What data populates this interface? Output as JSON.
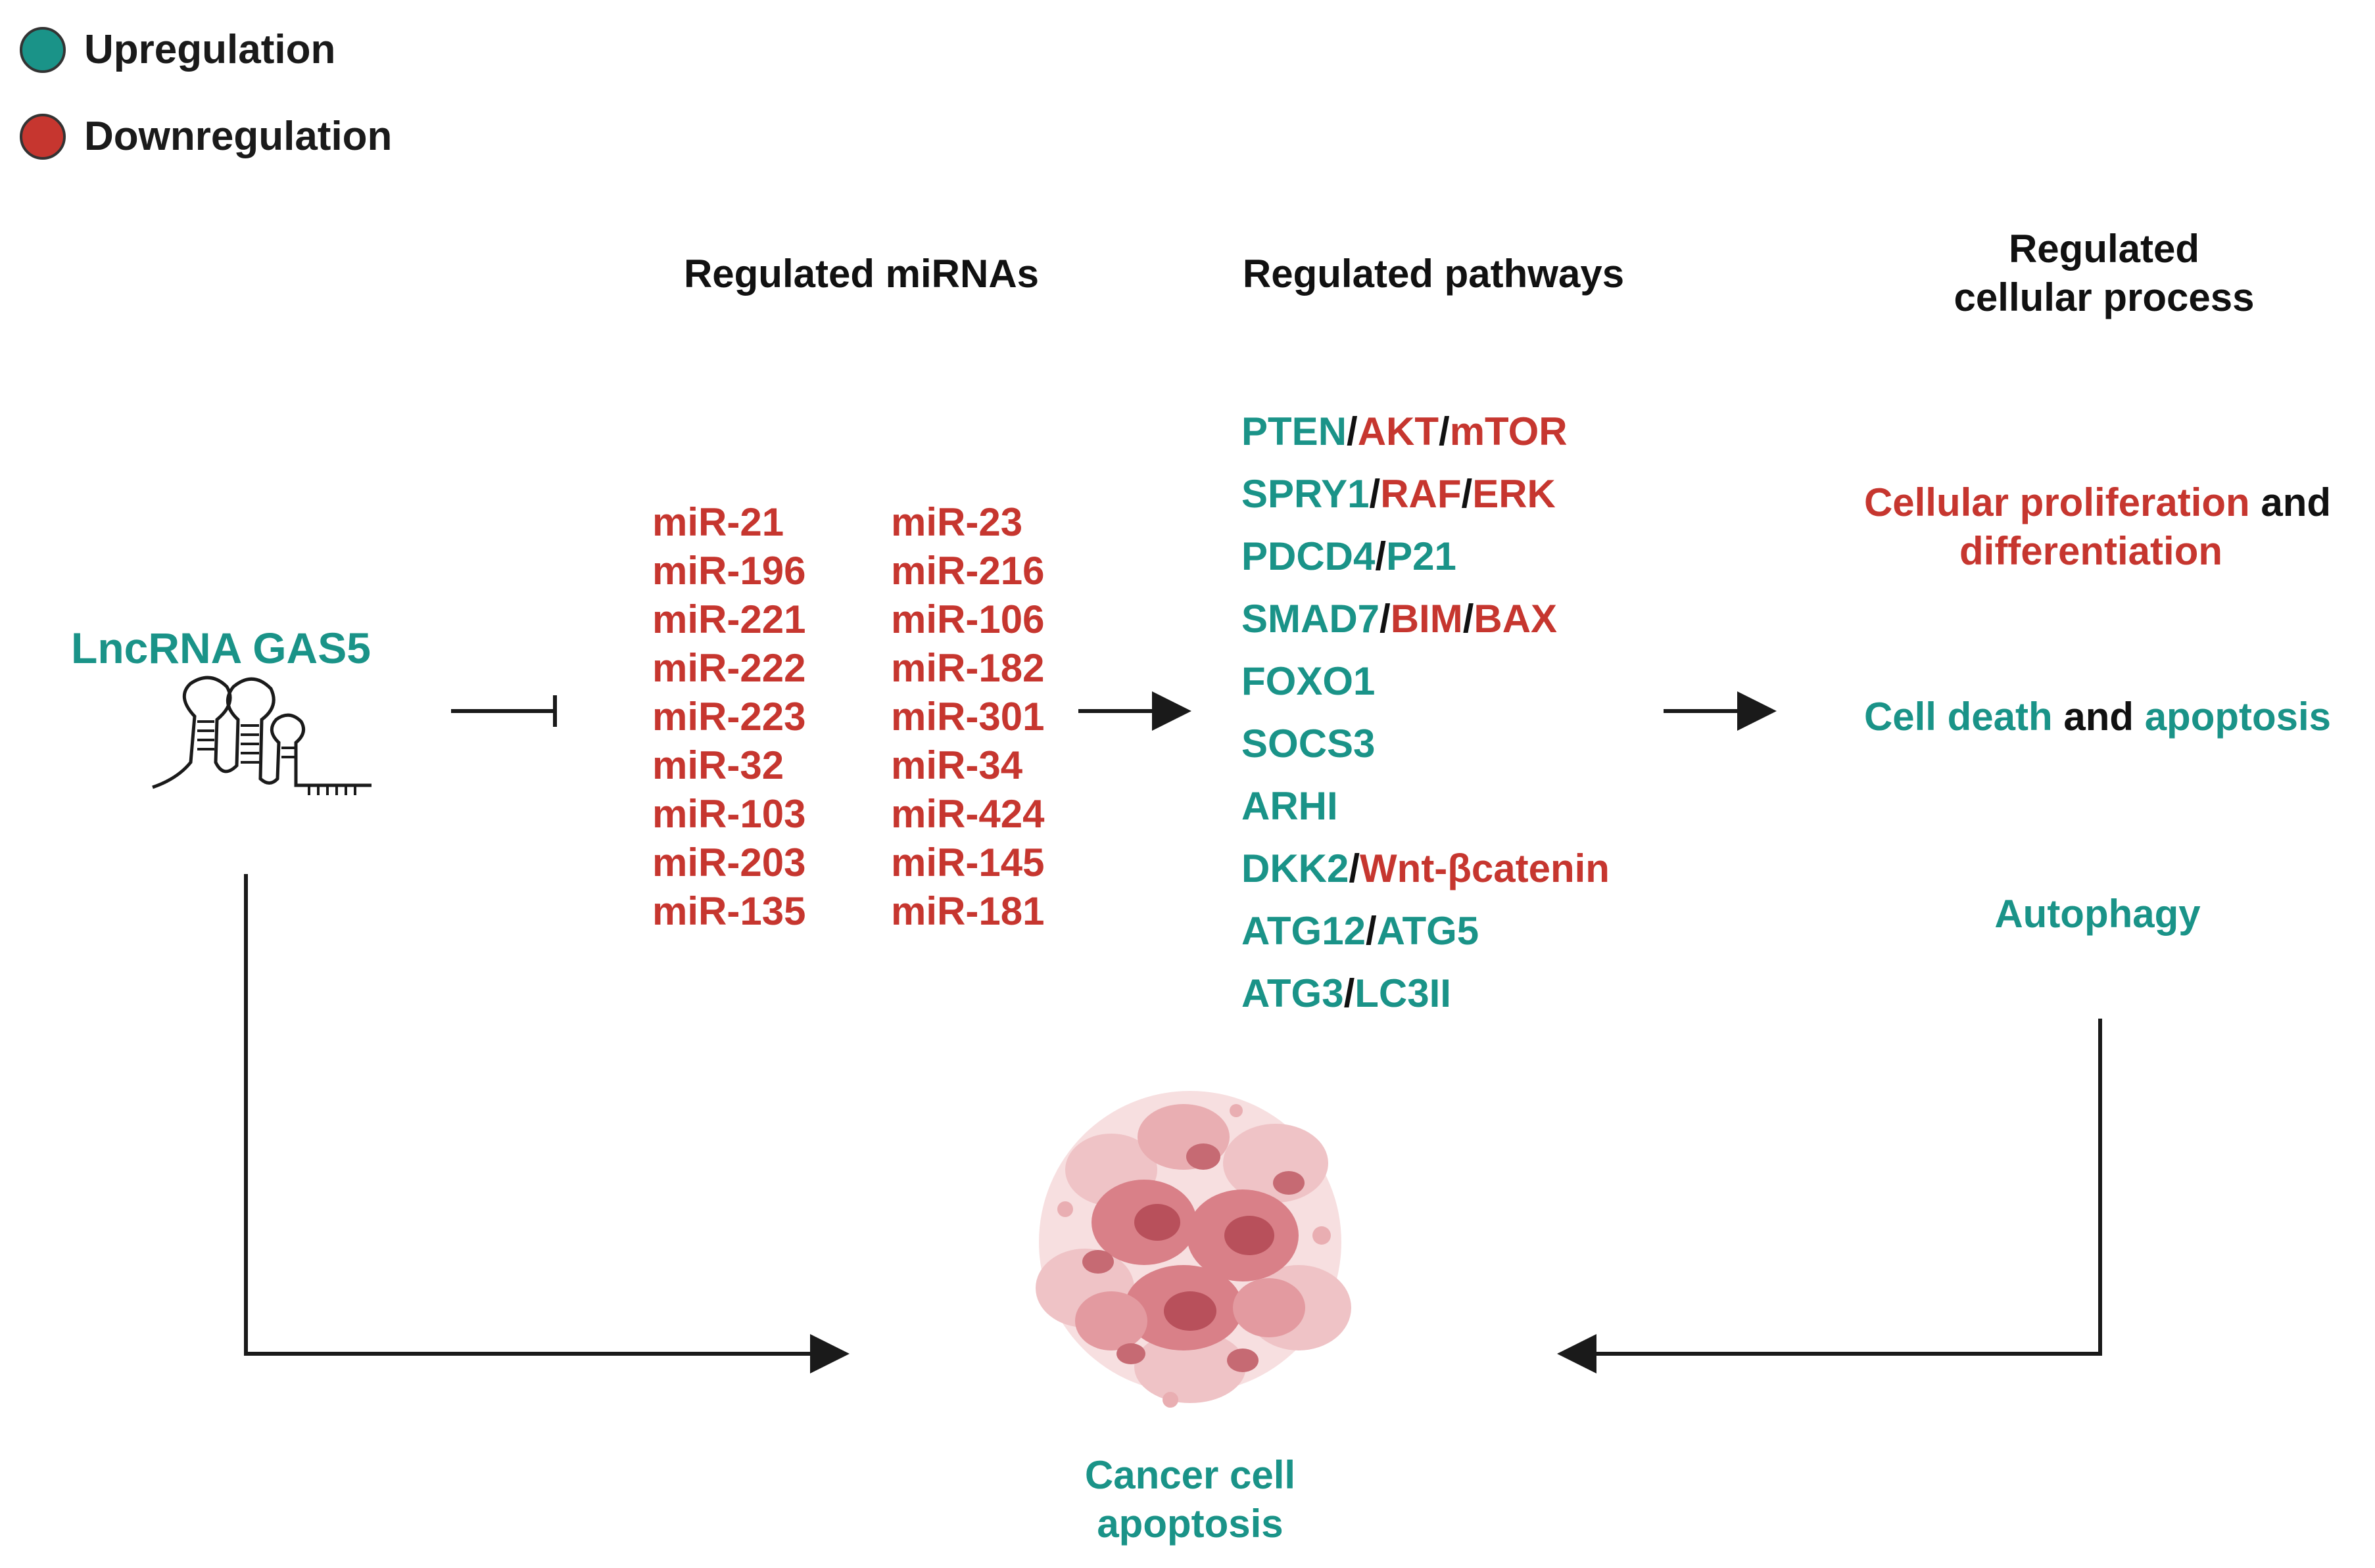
{
  "legend": {
    "up": {
      "label": "Upregulation",
      "color": "#1a9388"
    },
    "down": {
      "label": "Downregulation",
      "color": "#c6362f"
    }
  },
  "headings": {
    "mirnas": "Regulated miRNAs",
    "pathways": "Regulated pathways",
    "process_line1": "Regulated",
    "process_line2": "cellular process"
  },
  "lncrna": {
    "label": "LncRNA GAS5"
  },
  "mirnas": {
    "col1": [
      "miR-21",
      "miR-196",
      "miR-221",
      "miR-222",
      "miR-223",
      "miR-32",
      "miR-103",
      "miR-203",
      "miR-135"
    ],
    "col2": [
      "miR-23",
      "miR-216",
      "miR-106",
      "miR-182",
      "miR-301",
      "miR-34",
      "miR-424",
      "miR-145",
      "miR-181"
    ]
  },
  "pathways": [
    [
      {
        "text": "PTEN",
        "c": "teal"
      },
      {
        "text": "/",
        "c": "blk"
      },
      {
        "text": "AKT",
        "c": "red"
      },
      {
        "text": "/",
        "c": "blk"
      },
      {
        "text": "mTOR",
        "c": "red"
      }
    ],
    [
      {
        "text": "SPRY1",
        "c": "teal"
      },
      {
        "text": "/",
        "c": "blk"
      },
      {
        "text": "RAF",
        "c": "red"
      },
      {
        "text": "/",
        "c": "blk"
      },
      {
        "text": "ERK",
        "c": "red"
      }
    ],
    [
      {
        "text": "PDCD4",
        "c": "teal"
      },
      {
        "text": "/",
        "c": "blk"
      },
      {
        "text": "P21",
        "c": "teal"
      }
    ],
    [
      {
        "text": "SMAD7",
        "c": "teal"
      },
      {
        "text": "/",
        "c": "blk"
      },
      {
        "text": "BIM",
        "c": "red"
      },
      {
        "text": "/",
        "c": "blk"
      },
      {
        "text": "BAX",
        "c": "red"
      }
    ],
    [
      {
        "text": "FOXO1",
        "c": "teal"
      }
    ],
    [
      {
        "text": "SOCS3",
        "c": "teal"
      }
    ],
    [
      {
        "text": "ARHI",
        "c": "teal"
      }
    ],
    [
      {
        "text": "DKK2",
        "c": "teal"
      },
      {
        "text": "/",
        "c": "blk"
      },
      {
        "text": "Wnt-βcatenin",
        "c": "red"
      }
    ],
    [
      {
        "text": "ATG12",
        "c": "teal"
      },
      {
        "text": "/",
        "c": "blk"
      },
      {
        "text": "ATG5",
        "c": "teal"
      }
    ],
    [
      {
        "text": "ATG3",
        "c": "teal"
      },
      {
        "text": "/",
        "c": "blk"
      },
      {
        "text": "LC3II",
        "c": "teal"
      }
    ]
  ],
  "processes": {
    "proliferation": {
      "a": "Cellular proliferation",
      "b": "and",
      "c": "differentiation"
    },
    "death": {
      "a": "Cell death",
      "b": "and",
      "c": "apoptosis"
    },
    "autophagy": "Autophagy"
  },
  "outcome": {
    "line1": "Cancer cell",
    "line2": "apoptosis"
  }
}
